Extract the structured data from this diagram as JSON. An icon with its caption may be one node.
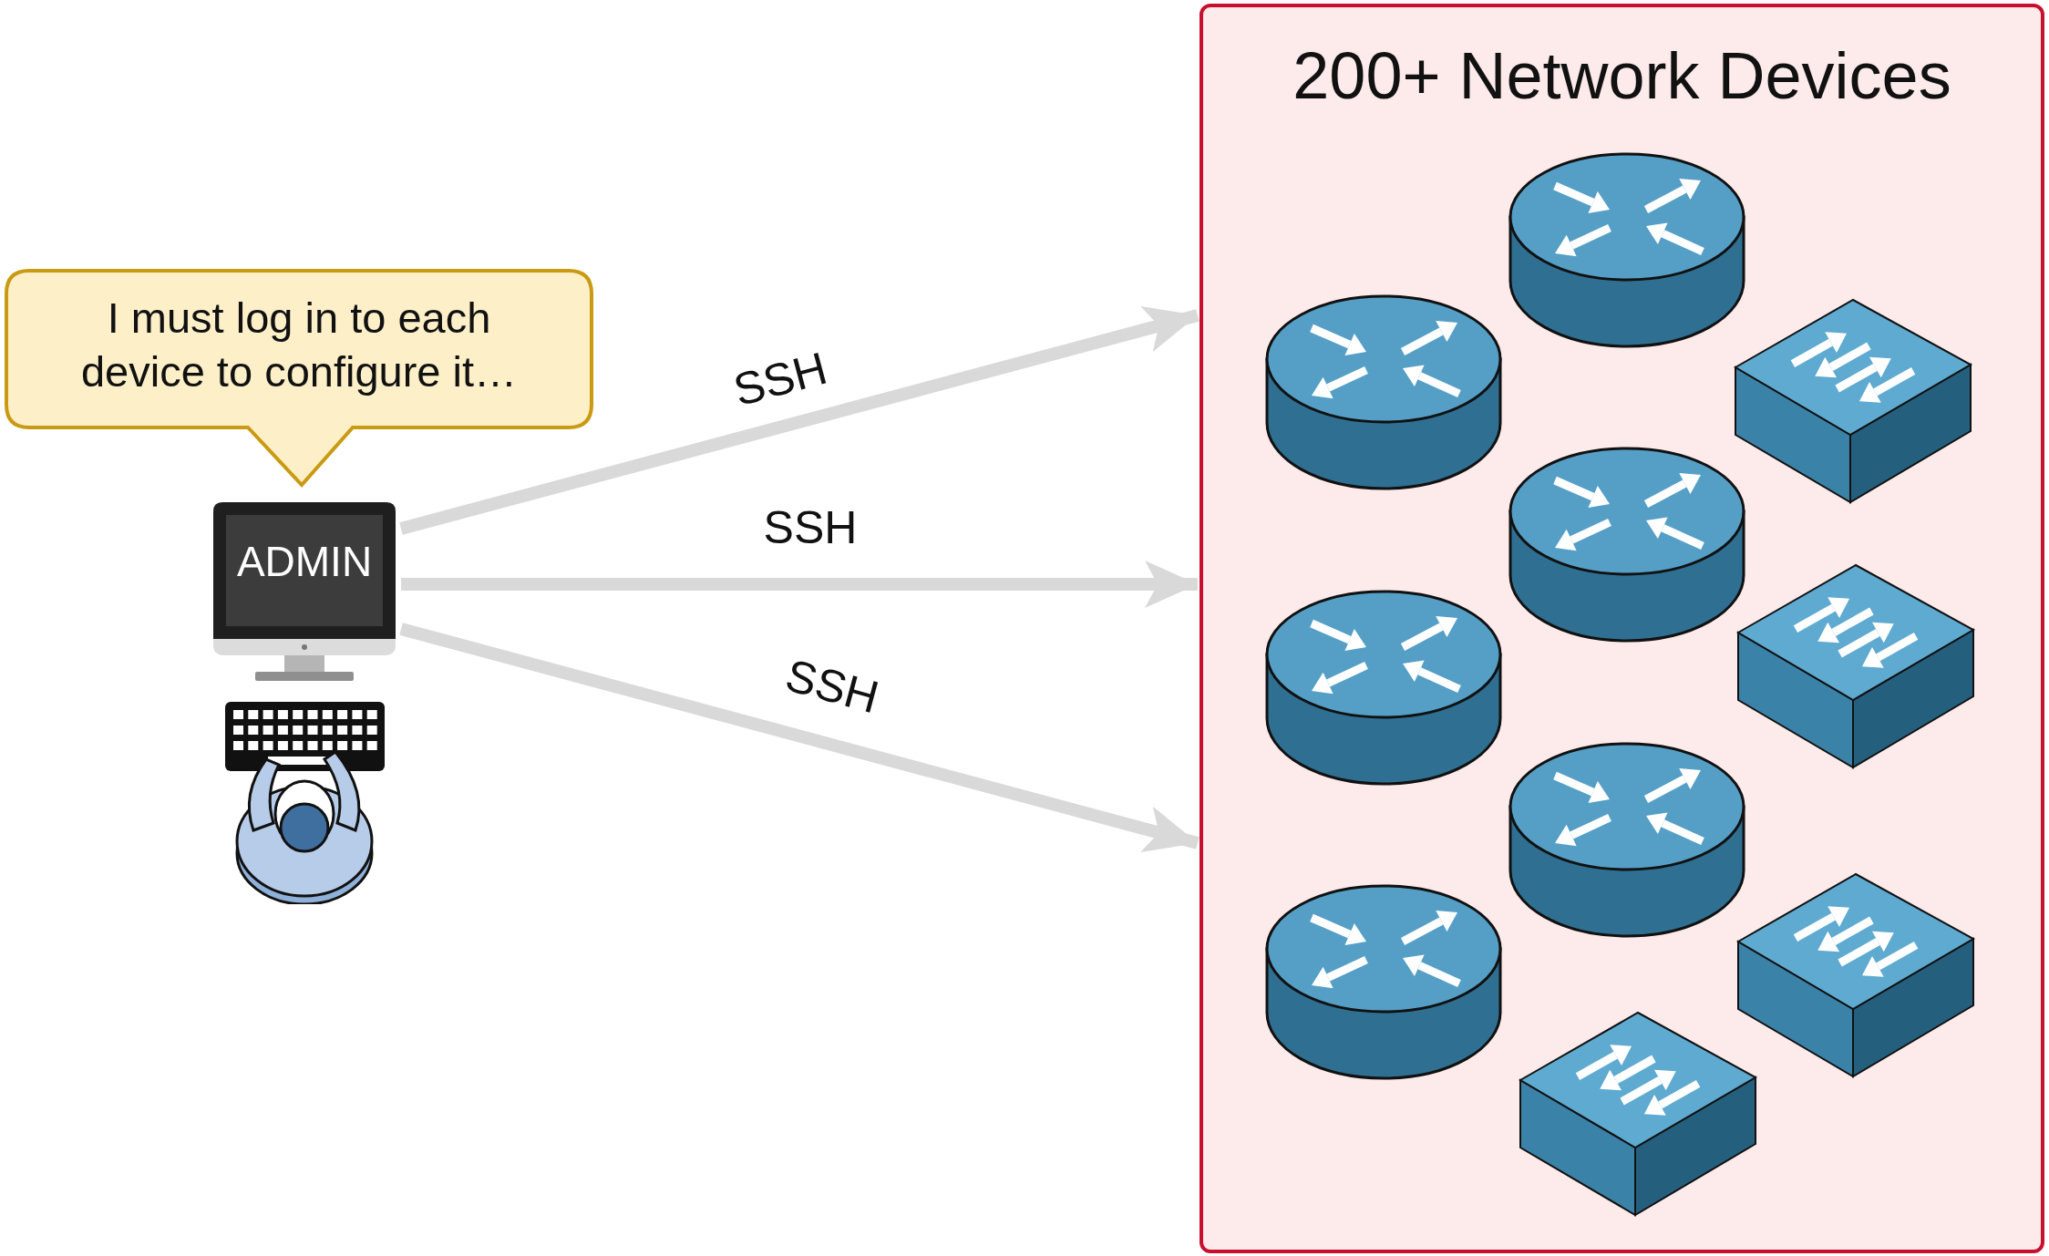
{
  "diagram": {
    "nodes": [
      {
        "text": [
          "I must log in to each device to configure it…"
        ]
      },
      {
        "text": [
          "ADMIN"
        ]
      },
      {
        "text": [
          "200+ Network Devices"
        ]
      }
    ],
    "edges": [
      {
        "from": 1,
        "to": 2,
        "arrow": "to",
        "label": "SSH"
      },
      {
        "from": 1,
        "to": 2,
        "arrow": "to",
        "label": "SSH"
      },
      {
        "from": 1,
        "to": 2,
        "arrow": "to",
        "label": "SSH"
      }
    ]
  }
}
